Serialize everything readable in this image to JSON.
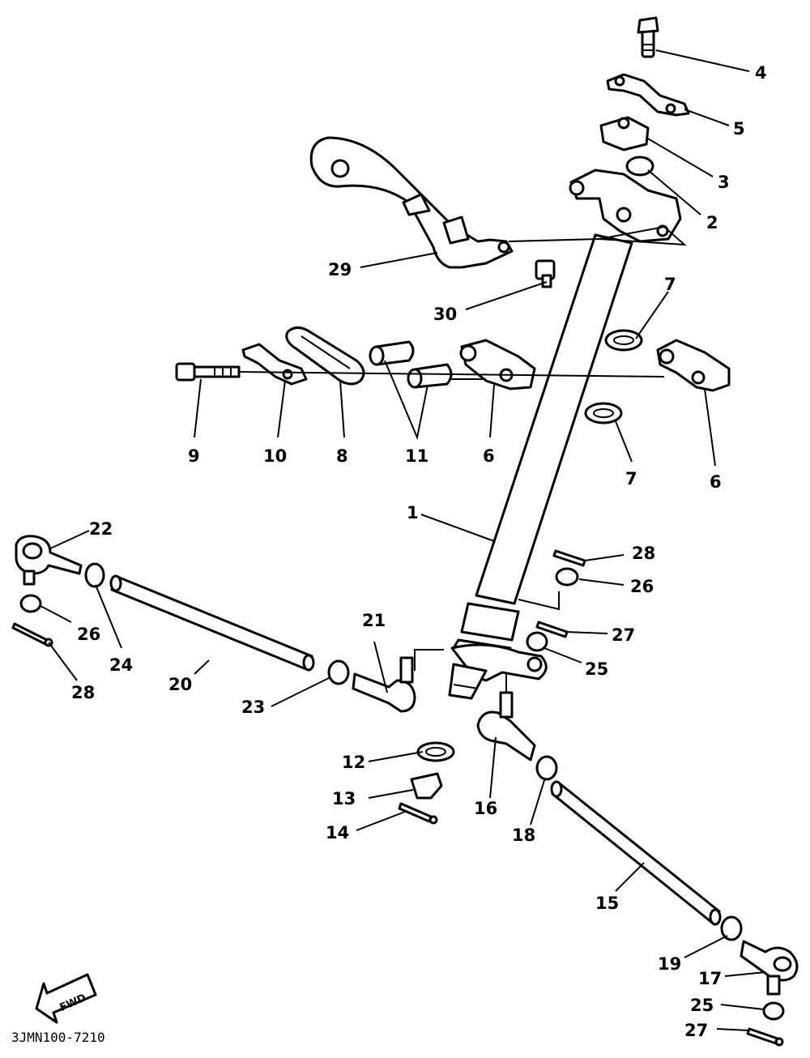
{
  "diagram": {
    "labels": [
      {
        "id": "4",
        "text": "4"
      },
      {
        "id": "5",
        "text": "5"
      },
      {
        "id": "3",
        "text": "3"
      },
      {
        "id": "2",
        "text": "2"
      },
      {
        "id": "29",
        "text": "29"
      },
      {
        "id": "30",
        "text": "30"
      },
      {
        "id": "7a",
        "text": "7"
      },
      {
        "id": "9",
        "text": "9"
      },
      {
        "id": "10",
        "text": "10"
      },
      {
        "id": "8",
        "text": "8"
      },
      {
        "id": "11",
        "text": "11"
      },
      {
        "id": "6a",
        "text": "6"
      },
      {
        "id": "7b",
        "text": "7"
      },
      {
        "id": "6b",
        "text": "6"
      },
      {
        "id": "1",
        "text": "1"
      },
      {
        "id": "22",
        "text": "22"
      },
      {
        "id": "28a",
        "text": "28"
      },
      {
        "id": "26a",
        "text": "26"
      },
      {
        "id": "21",
        "text": "21"
      },
      {
        "id": "27a",
        "text": "27"
      },
      {
        "id": "26b",
        "text": "26"
      },
      {
        "id": "24",
        "text": "24"
      },
      {
        "id": "20",
        "text": "20"
      },
      {
        "id": "25a",
        "text": "25"
      },
      {
        "id": "28b",
        "text": "28"
      },
      {
        "id": "23",
        "text": "23"
      },
      {
        "id": "12",
        "text": "12"
      },
      {
        "id": "13",
        "text": "13"
      },
      {
        "id": "16",
        "text": "16"
      },
      {
        "id": "14",
        "text": "14"
      },
      {
        "id": "18",
        "text": "18"
      },
      {
        "id": "15",
        "text": "15"
      },
      {
        "id": "19",
        "text": "19"
      },
      {
        "id": "17",
        "text": "17"
      },
      {
        "id": "25b",
        "text": "25"
      },
      {
        "id": "27b",
        "text": "27"
      }
    ],
    "fwd_badge": "FWD",
    "drawing_code": "3JMN100-7210"
  }
}
